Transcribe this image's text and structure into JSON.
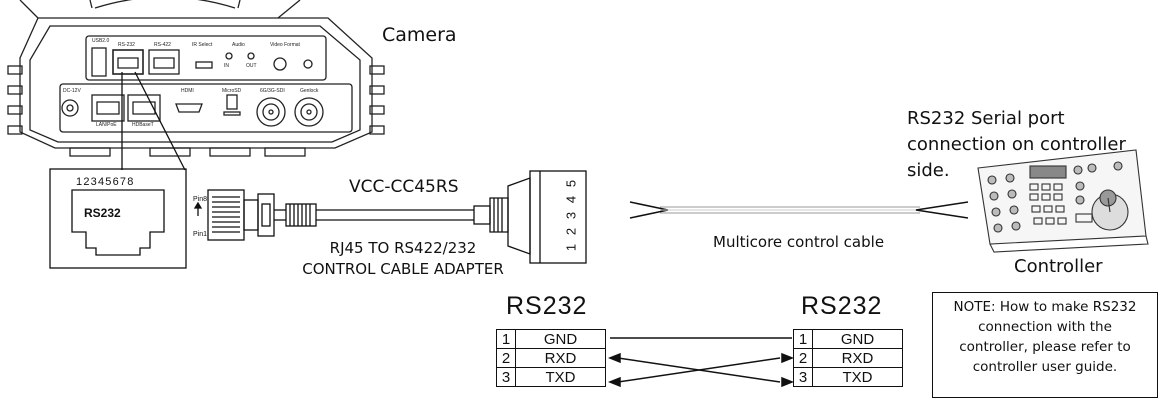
{
  "labels": {
    "camera": "Camera",
    "cable_name": "VCC-CC45RS",
    "adapter_line1": "RJ45 TO RS422/232",
    "adapter_line2": "CONTROL CABLE ADAPTER",
    "multicore": "Multicore control cable",
    "rs_serial_line1": "RS232 Serial port",
    "rs_serial_line2": "connection on controller",
    "rs_serial_line3": "side.",
    "controller": "Controller",
    "rs232_port": "RS232",
    "rs232_port_pins": "12345678",
    "pin8": "Pin8",
    "pin1": "Pin1",
    "connector_pins": [
      "1",
      "2",
      "3",
      "4",
      "5"
    ]
  },
  "camera_panel": {
    "usb": "USB2.0",
    "rs232": "RS-232",
    "rs422": "RS-422",
    "ir_select": "IR Select",
    "audio": "Audio",
    "video_format": "Video Format",
    "in": "IN",
    "out": "OUT",
    "dc": "DC-12V",
    "lan": "LAN/PoE",
    "hdbaset": "HDBaseT",
    "hdmi": "HDMI",
    "microsd": "MicroSD",
    "sdi": "6G/3G-SDI",
    "genlock": "Genlock"
  },
  "left_table": {
    "title": "RS232",
    "rows": [
      {
        "num": "1",
        "signal": "GND"
      },
      {
        "num": "2",
        "signal": "RXD"
      },
      {
        "num": "3",
        "signal": "TXD"
      }
    ]
  },
  "right_table": {
    "title": "RS232",
    "rows": [
      {
        "num": "1",
        "signal": "GND"
      },
      {
        "num": "2",
        "signal": "RXD"
      },
      {
        "num": "3",
        "signal": "TXD"
      }
    ]
  },
  "note": {
    "line1": "NOTE: How to make RS232",
    "line2": "connection with the",
    "line3": "controller, please refer to",
    "line4": "controller user guide."
  }
}
